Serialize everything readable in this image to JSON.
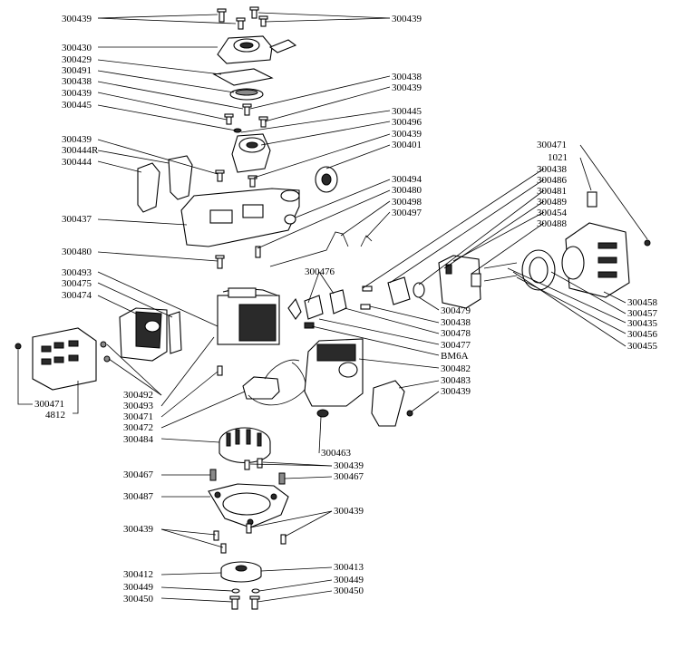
{
  "labels": [
    "300439",
    "300439",
    "300430",
    "300429",
    "300491",
    "300438",
    "300439",
    "300445",
    "300438",
    "300439",
    "300445",
    "300496",
    "300439",
    "300401",
    "300439",
    "300444R",
    "300444",
    "300494",
    "300480",
    "300498",
    "300497",
    "300437",
    "300480",
    "300471",
    "1021",
    "300438",
    "300486",
    "300481",
    "300489",
    "300454",
    "300488",
    "300493",
    "300475",
    "300474",
    "300476",
    "300458",
    "300457",
    "300435",
    "300456",
    "300455",
    "300479",
    "300438",
    "300478",
    "300477",
    "BM6A",
    "300482",
    "300483",
    "300439",
    "300492",
    "300493",
    "300471",
    "300472",
    "300484",
    "300471",
    "4812",
    "300463",
    "300439",
    "300467",
    "300467",
    "300487",
    "300439",
    "300439",
    "300412",
    "300413",
    "300449",
    "300449",
    "300450",
    "300450"
  ]
}
